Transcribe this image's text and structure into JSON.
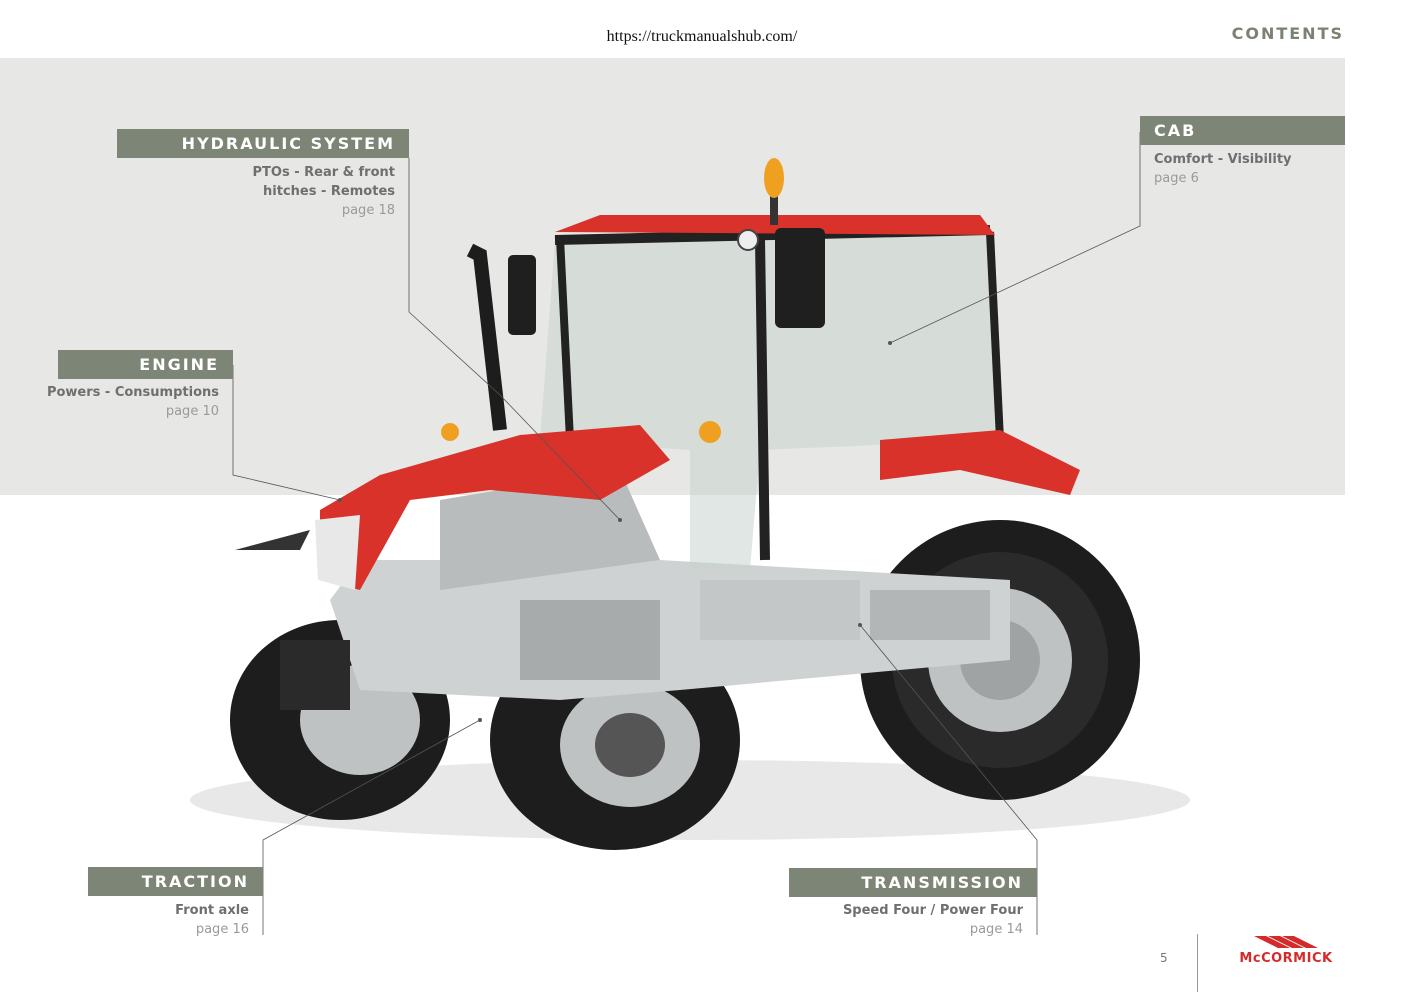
{
  "header": {
    "url": "https://truckmanualshub.com/",
    "contents": "CONTENTS"
  },
  "sections": {
    "hydraulic": {
      "title": "HYDRAULIC SYSTEM",
      "line1": "PTOs - Rear & front",
      "line2": "hitches - Remotes",
      "page": "page 18"
    },
    "engine": {
      "title": "ENGINE",
      "line1": "Powers - Consumptions",
      "page": "page 10"
    },
    "cab": {
      "title": "CAB",
      "line1": "Comfort - Visibility",
      "page": "page 6"
    },
    "traction": {
      "title": "TRACTION",
      "line1": "Front axle",
      "page": "page 16"
    },
    "transmission": {
      "title": "TRANSMISSION",
      "line1": "Speed Four / Power Four",
      "page": "page 14"
    }
  },
  "footer": {
    "page_number": "5",
    "brand": "McCORMICK"
  },
  "colors": {
    "label_bg": "#7d8676",
    "band_bg": "#e7e8e5",
    "brand_red": "#d62a2a"
  }
}
